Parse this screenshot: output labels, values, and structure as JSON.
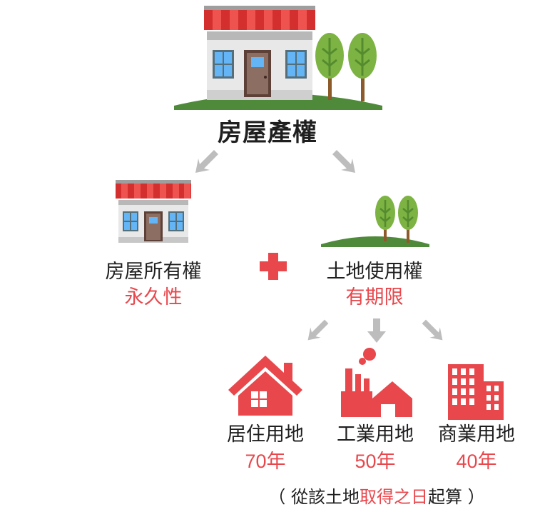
{
  "title": "房屋產權",
  "house_right": {
    "label": "房屋所有權",
    "term": "永久性"
  },
  "land_right": {
    "label": "土地使用權",
    "term": "有期限"
  },
  "uses": [
    {
      "label": "居住用地",
      "years": "70年",
      "icon": "residential-house-icon"
    },
    {
      "label": "工業用地",
      "years": "50年",
      "icon": "factory-icon"
    },
    {
      "label": "商業用地",
      "years": "40年",
      "icon": "office-building-icon"
    }
  ],
  "note": {
    "open": "（",
    "prefix": "從該土地",
    "highlight": "取得之日",
    "suffix": "起算",
    "close": "）"
  },
  "colors": {
    "accent": "#e8474c",
    "arrow": "#bdbdbd",
    "text": "#1f1f1f",
    "grass": "#4f8a3a",
    "tree": "#7cb342"
  }
}
